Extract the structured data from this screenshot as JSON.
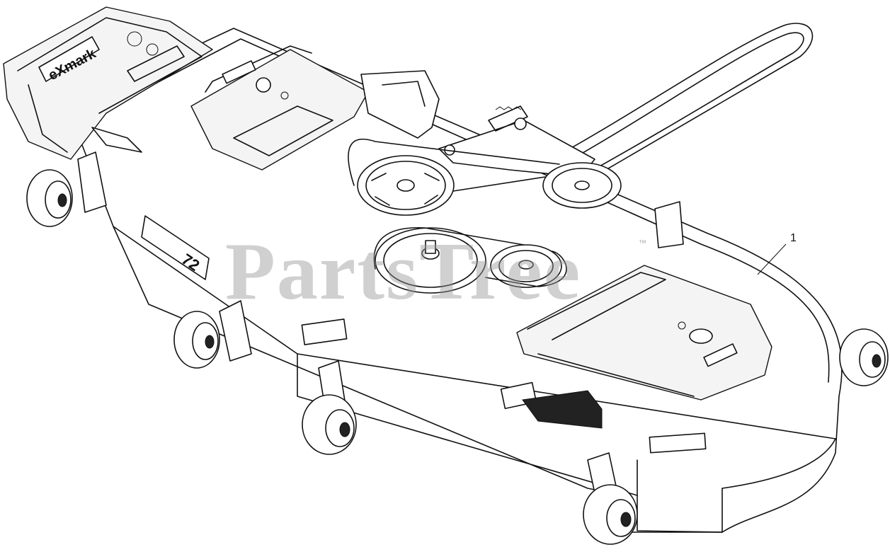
{
  "diagram": {
    "callouts": [
      {
        "label": "1"
      }
    ],
    "watermark": "PartsTree",
    "watermark_mark": "™",
    "brand_text": "eXmark",
    "decal_text": "72"
  }
}
